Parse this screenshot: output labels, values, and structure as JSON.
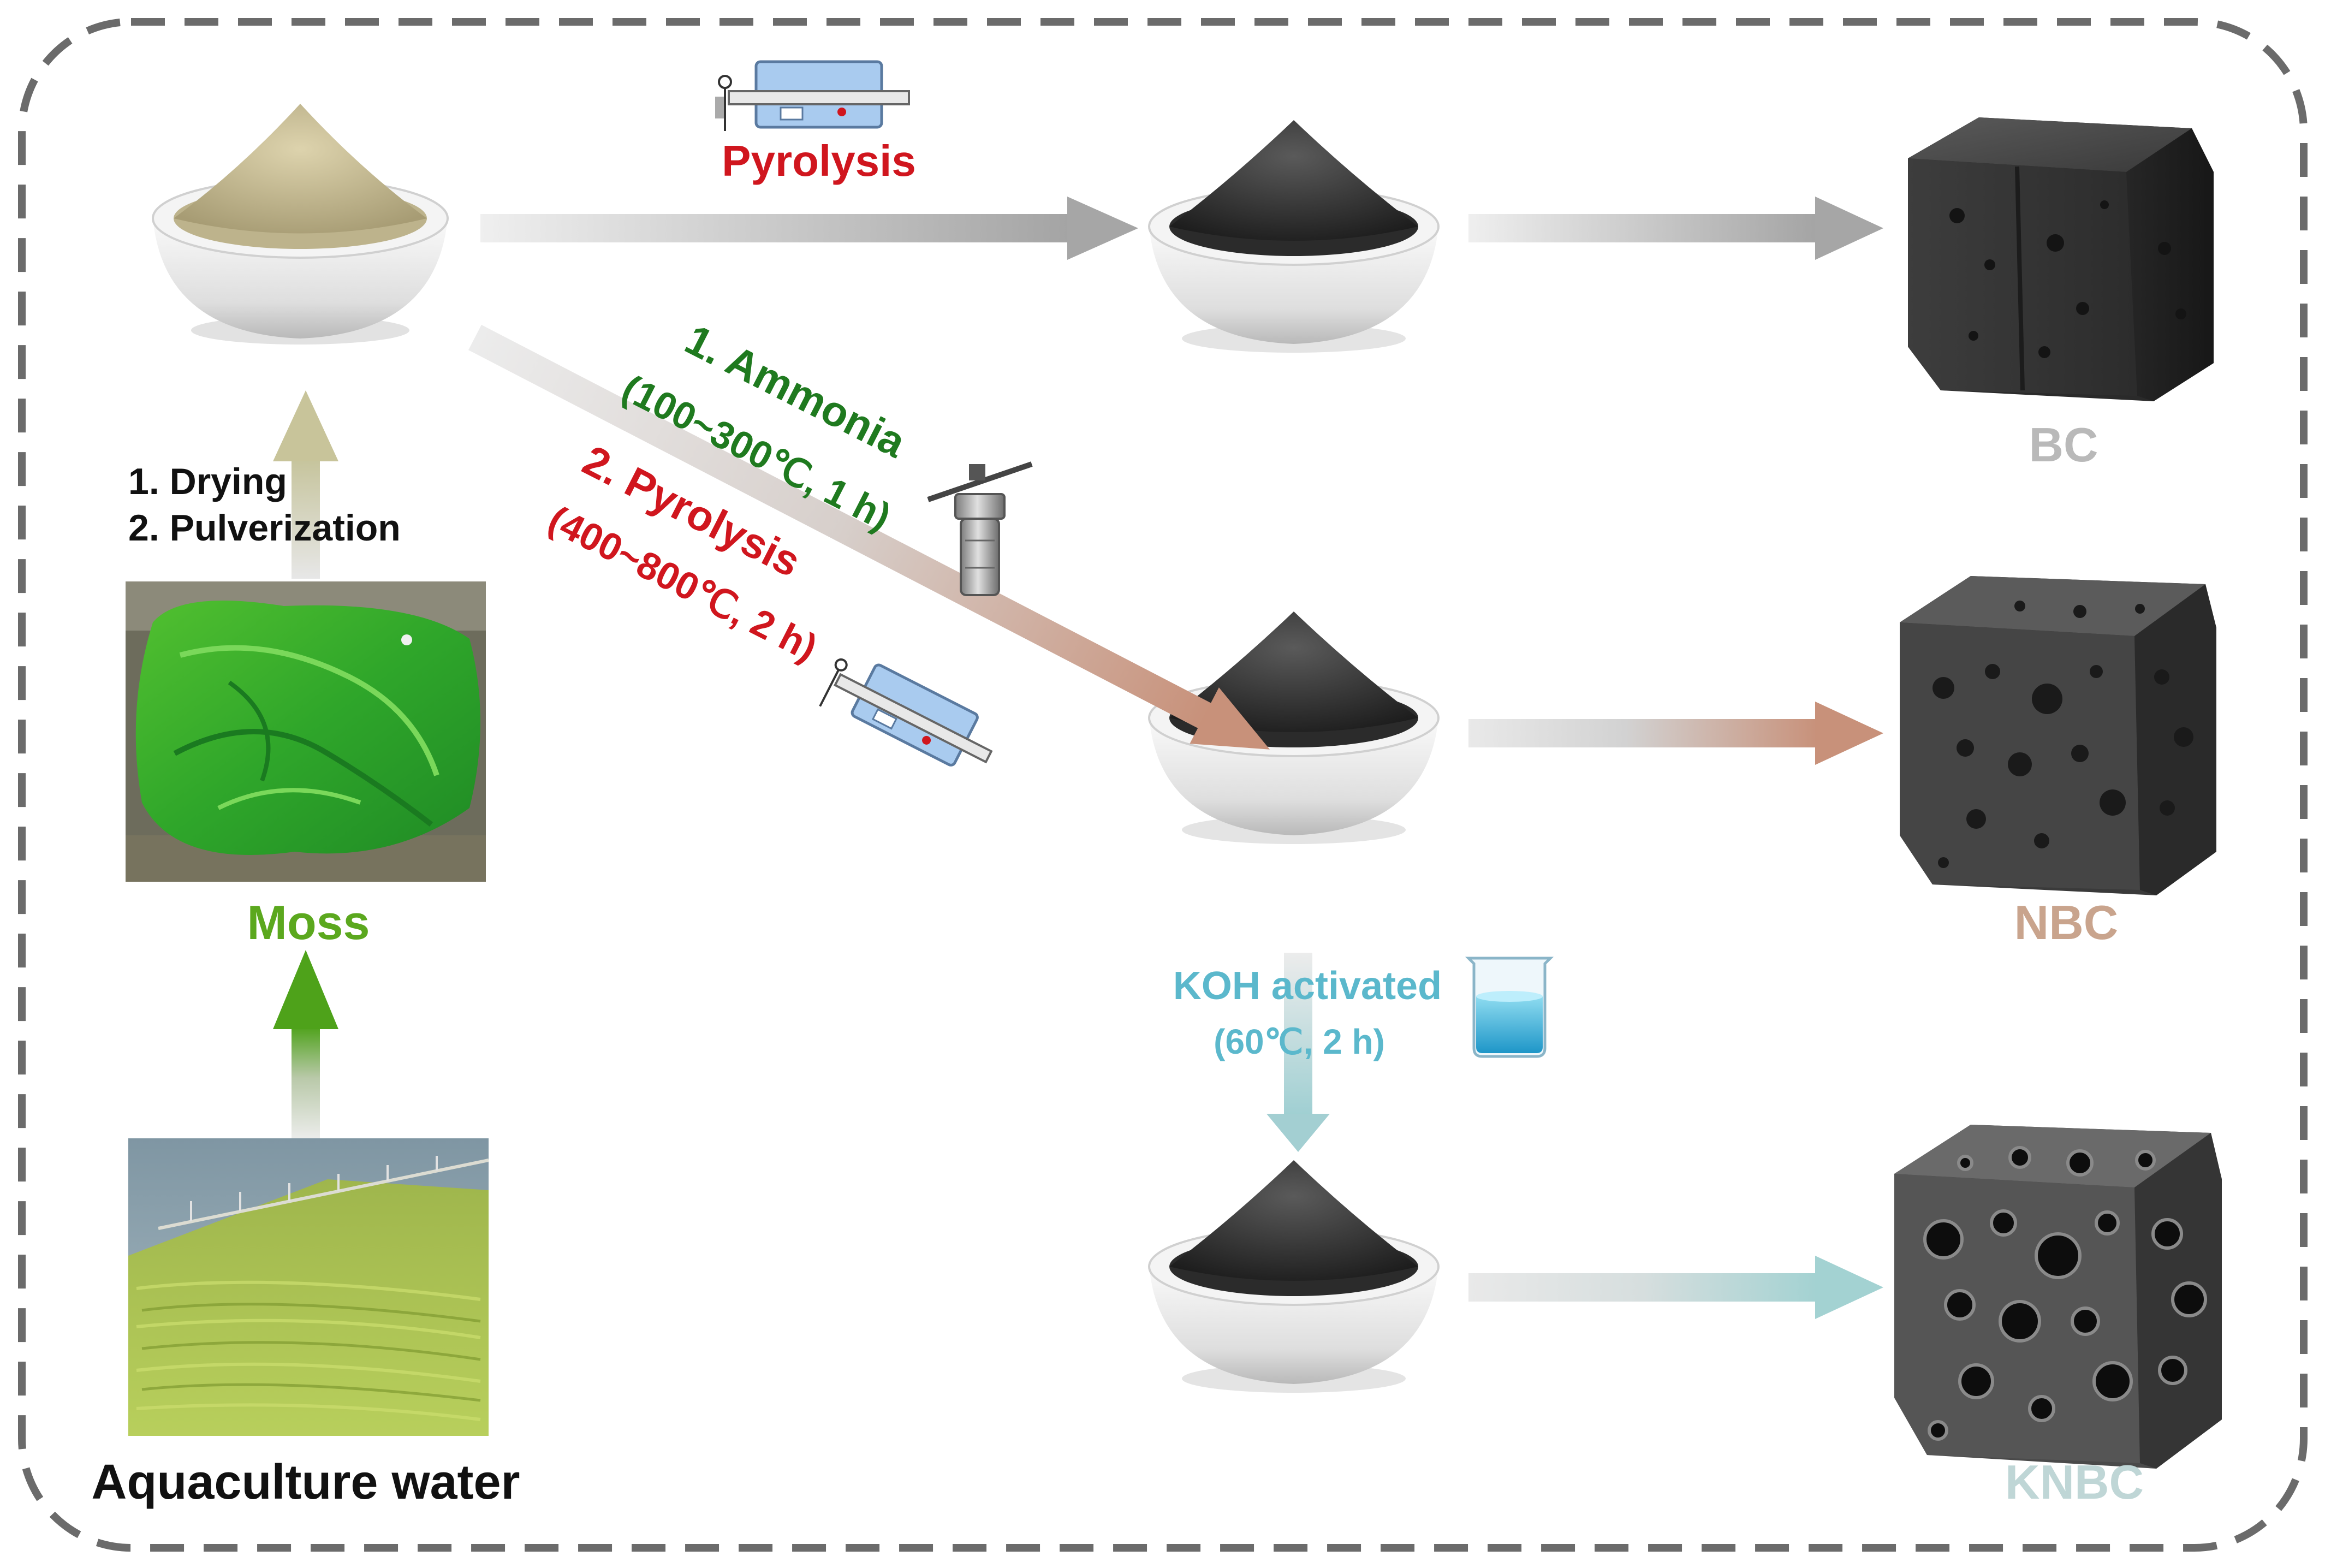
{
  "colors": {
    "border": "#6b6b6b",
    "pyrolysis_red": "#d0161e",
    "ammonia_green": "#1f7a1f",
    "moss_green": "#5ba81e",
    "koh_blue": "#5bb8cc",
    "bc_gray": "#b9b9b9",
    "nbc_tan": "#c9a48d",
    "knbc_teal": "#bfd6d6",
    "arrow_gray": "#a9a9a9",
    "arrow_nbc": "#c8957a",
    "arrow_koh": "#a8d0d2",
    "arrow_knbc": "#a8d4d4",
    "arrow_green": "#4ea21a",
    "arrow_khaki": "#c8c49a",
    "text_dark": "#111111"
  },
  "labels": {
    "pyrolysis_top": "Pyrolysis",
    "ammonia": "1. Ammonia",
    "ammonia_cond": "(100~300℃, 1 h)",
    "pyrolysis2": "2. Pyrolysis",
    "pyrolysis2_cond": "(400~800℃, 2 h)",
    "drying": "1. Drying",
    "pulverization": "2. Pulverization",
    "moss": "Moss",
    "aquaculture": "Aquaculture water",
    "koh": "KOH activated",
    "koh_cond": "(60℃, 2 h)",
    "bc": "BC",
    "nbc": "NBC",
    "knbc": "KNBC"
  },
  "icons": {
    "furnace_top": "tube-furnace-icon",
    "furnace_diag": "tube-furnace-icon",
    "autoclave": "autoclave-icon",
    "beaker": "beaker-icon",
    "powder_raw": "tan-powder-bowl",
    "powder_black": "black-powder-bowl",
    "moss_photo": "green-moss-photo",
    "water_photo": "algae-water-photo",
    "cube_bc": "porous-carbon-cube",
    "cube_nbc": "porous-carbon-cube",
    "cube_knbc": "highly-porous-carbon-cube"
  }
}
